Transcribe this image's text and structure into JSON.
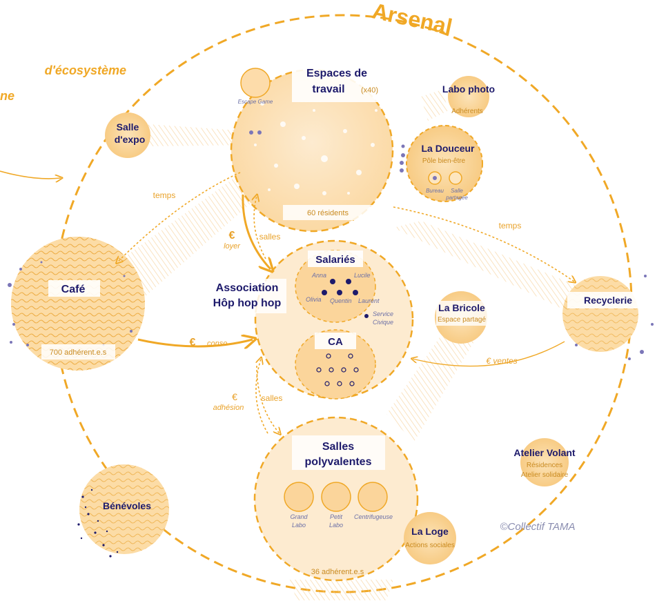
{
  "header": {
    "title": "Arsenal",
    "side_line1": "d'écosystème",
    "side_line2": "ne"
  },
  "nodes": {
    "espaces": {
      "title1": "Espaces de",
      "title2": "travail",
      "count": "(x40)",
      "footer": "60 résidents"
    },
    "escape": {
      "label": "Escape Game"
    },
    "labo_photo": {
      "title": "Labo photo",
      "sub": "Adhérents"
    },
    "douceur": {
      "title": "La Douceur",
      "sub": "Pôle bien-être",
      "bureau": "Bureau",
      "salle1": "Salle",
      "salle2": "partagée"
    },
    "salle_expo": {
      "title1": "Salle",
      "title2": "d'expo"
    },
    "cafe": {
      "title": "Café",
      "footer": "700 adhérent.e.s"
    },
    "association": {
      "title1": "Association",
      "title2": "Hôp hop hop"
    },
    "salaries": {
      "title": "Salariés",
      "people": [
        "Anna",
        "Lucile",
        "Olivia",
        "Quentin",
        "Laurent"
      ],
      "service1": "Service",
      "service2": "Civique"
    },
    "ca": {
      "title": "CA"
    },
    "bricole": {
      "title": "La Bricole",
      "sub": "Espace partagé"
    },
    "recyclerie": {
      "title": "Recyclerie"
    },
    "salles_poly": {
      "title1": "Salles",
      "title2": "polyvalentes",
      "rooms": [
        {
          "line1": "Grand",
          "line2": "Labo"
        },
        {
          "line1": "Petit",
          "line2": "Labo"
        },
        {
          "line1": "Centrifugeuse",
          "line2": ""
        }
      ],
      "footer": "36 adhérent.e.s"
    },
    "atelier": {
      "title": "Atelier Volant",
      "sub1": "Résidences",
      "sub2": "Atelier solidaire"
    },
    "loge": {
      "title": "La Loge",
      "sub": "Actions sociales"
    },
    "benevoles": {
      "title": "Bénévoles"
    }
  },
  "flows": {
    "temps_left": "temps",
    "temps_right": "temps",
    "loyer_symbol": "€",
    "loyer": "loyer",
    "salles_top": "salles",
    "conso_symbol": "€",
    "conso": "conso",
    "adhesion_symbol": "€",
    "adhesion": "adhésion",
    "salles_bottom": "salles",
    "ventes": "€ ventes"
  },
  "credit": "©Collectif TAMA",
  "colors": {
    "orange": "#f0a826",
    "fill": "#fde8c6",
    "fill_dark": "#f7cf8e",
    "navy": "#1d1a6b",
    "purple": "#7b76b8"
  }
}
